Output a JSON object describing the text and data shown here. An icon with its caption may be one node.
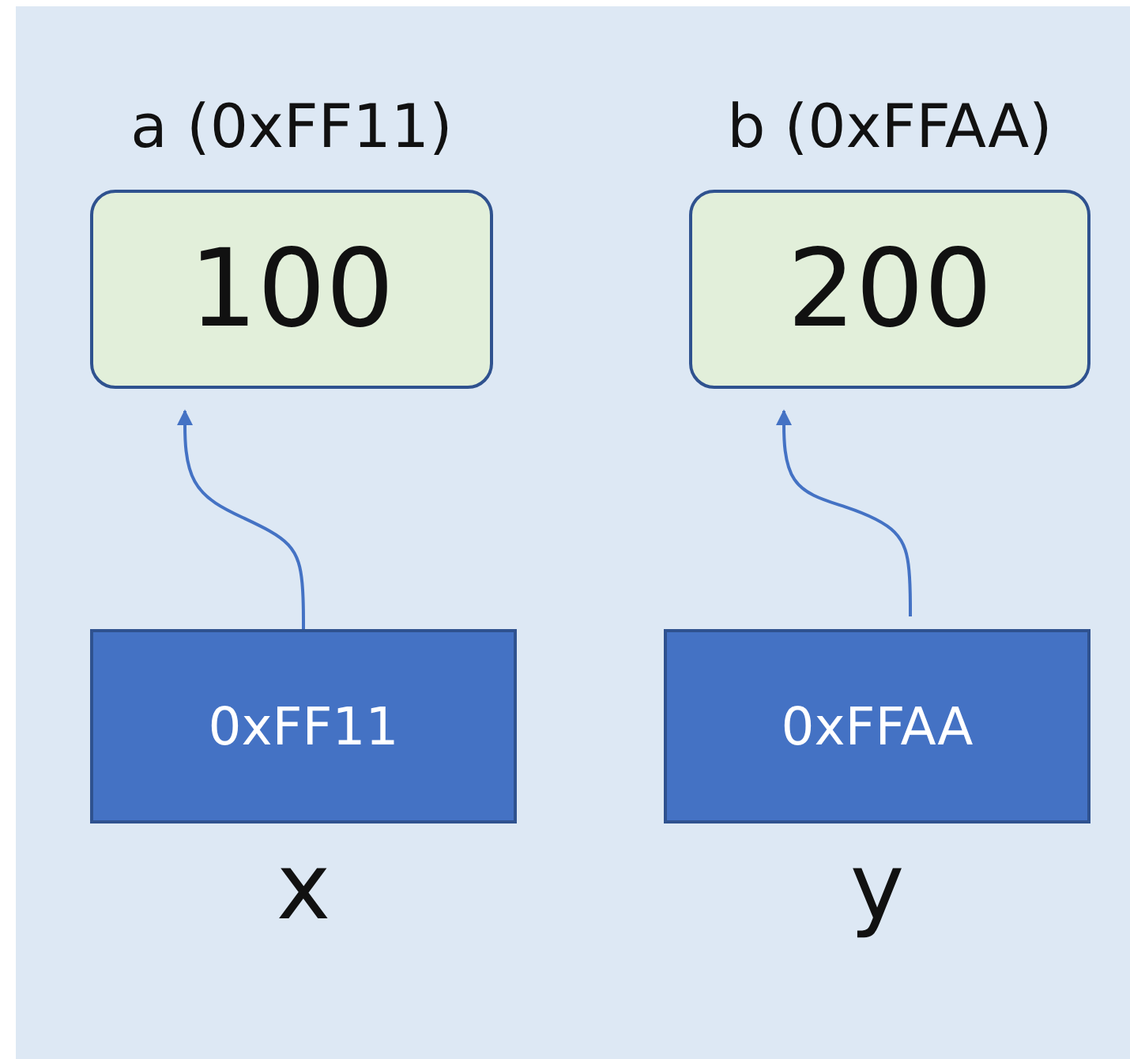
{
  "diagram": {
    "nodes": [
      {
        "text": [
          "a (0xFF11)",
          "100"
        ]
      },
      {
        "text": [
          "b (0xFFAA)",
          "200"
        ]
      },
      {
        "text": [
          "0xFF11"
        ],
        "beside": [
          "x"
        ]
      },
      {
        "text": [
          "0xFFAA"
        ],
        "beside": [
          "y"
        ]
      }
    ],
    "edges": [
      {
        "from": 2,
        "to": 0,
        "arrow": "to"
      },
      {
        "from": 3,
        "to": 1,
        "arrow": "to"
      }
    ]
  }
}
